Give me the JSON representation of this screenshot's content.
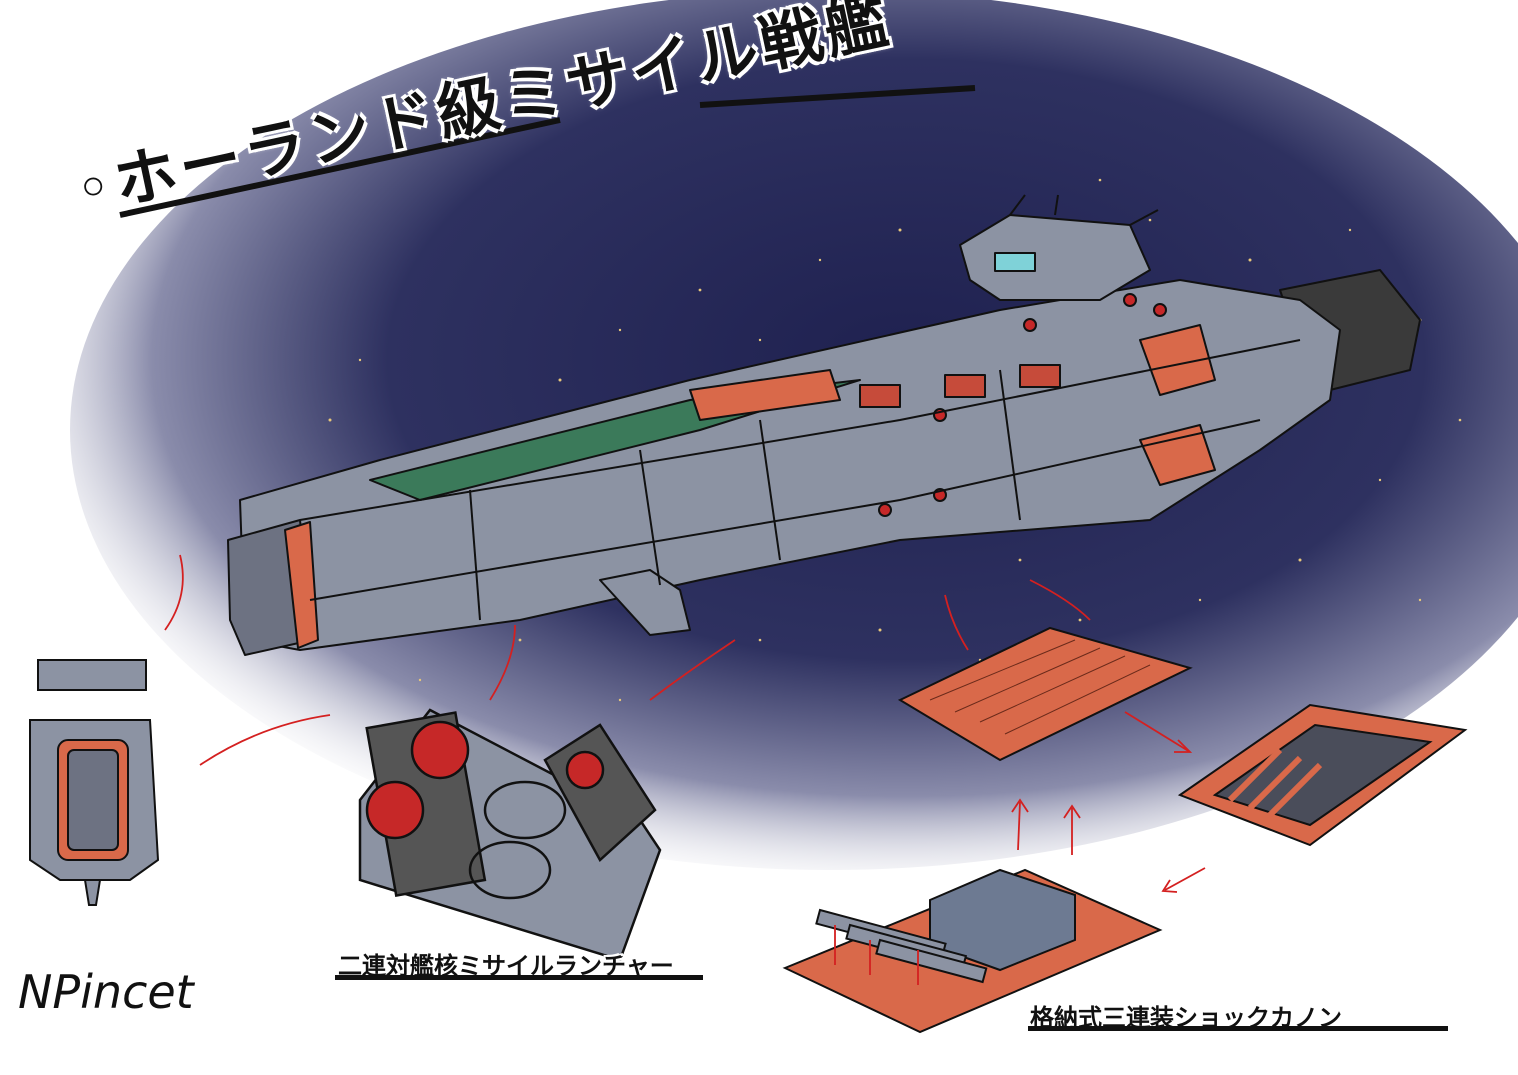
{
  "title": "◦ホーランド級ミサイル戦艦",
  "captions": {
    "launcher": "二連対艦核ミサイルランチャー",
    "cannon": "格納式三連装ショックカノン"
  },
  "signature": "NPincet",
  "colors": {
    "space": "#2b2d57",
    "hull": "#8c93a3",
    "accent": "#d9694a",
    "deck": "#3b7a5a",
    "line": "#111111",
    "red_line": "#d42020"
  }
}
